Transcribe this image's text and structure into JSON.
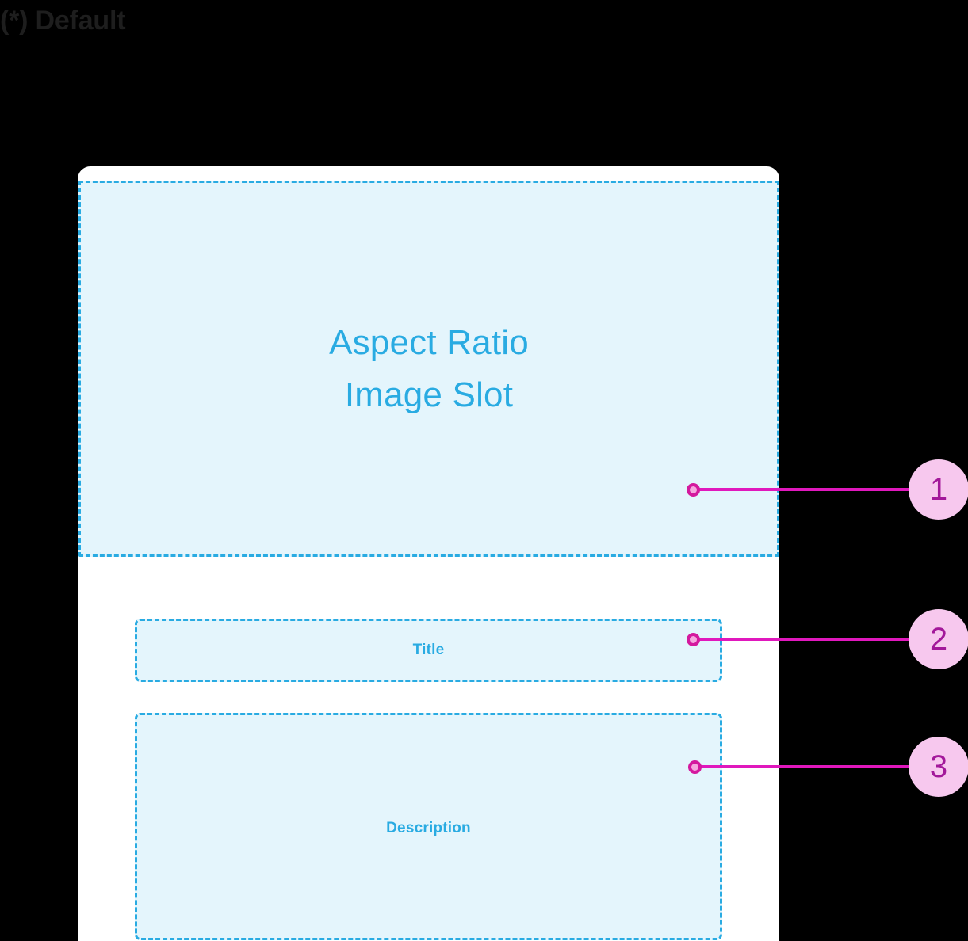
{
  "heading": "(*) Default",
  "card": {
    "image_slot": {
      "label_line1": "Aspect Ratio",
      "label_line2": "Image Slot"
    },
    "title_slot": {
      "label": "Title"
    },
    "description_slot": {
      "label": "Description"
    }
  },
  "callouts": [
    {
      "number": "1",
      "target": "Aspect Ratio Image Slot"
    },
    {
      "number": "2",
      "target": "Title"
    },
    {
      "number": "3",
      "target": "Description"
    }
  ],
  "colors": {
    "background": "#000000",
    "card_surface": "#ffffff",
    "slot_fill": "#e4f5fc",
    "slot_border": "#29abe2",
    "slot_text": "#29abe2",
    "callout_line": "#e018bd",
    "callout_dot_ring": "#d4199e",
    "callout_dot_fill": "#f5a8df",
    "callout_badge_fill": "#f7c8ee",
    "callout_badge_text": "#a3189a",
    "heading_text": "#1e1e1e"
  }
}
